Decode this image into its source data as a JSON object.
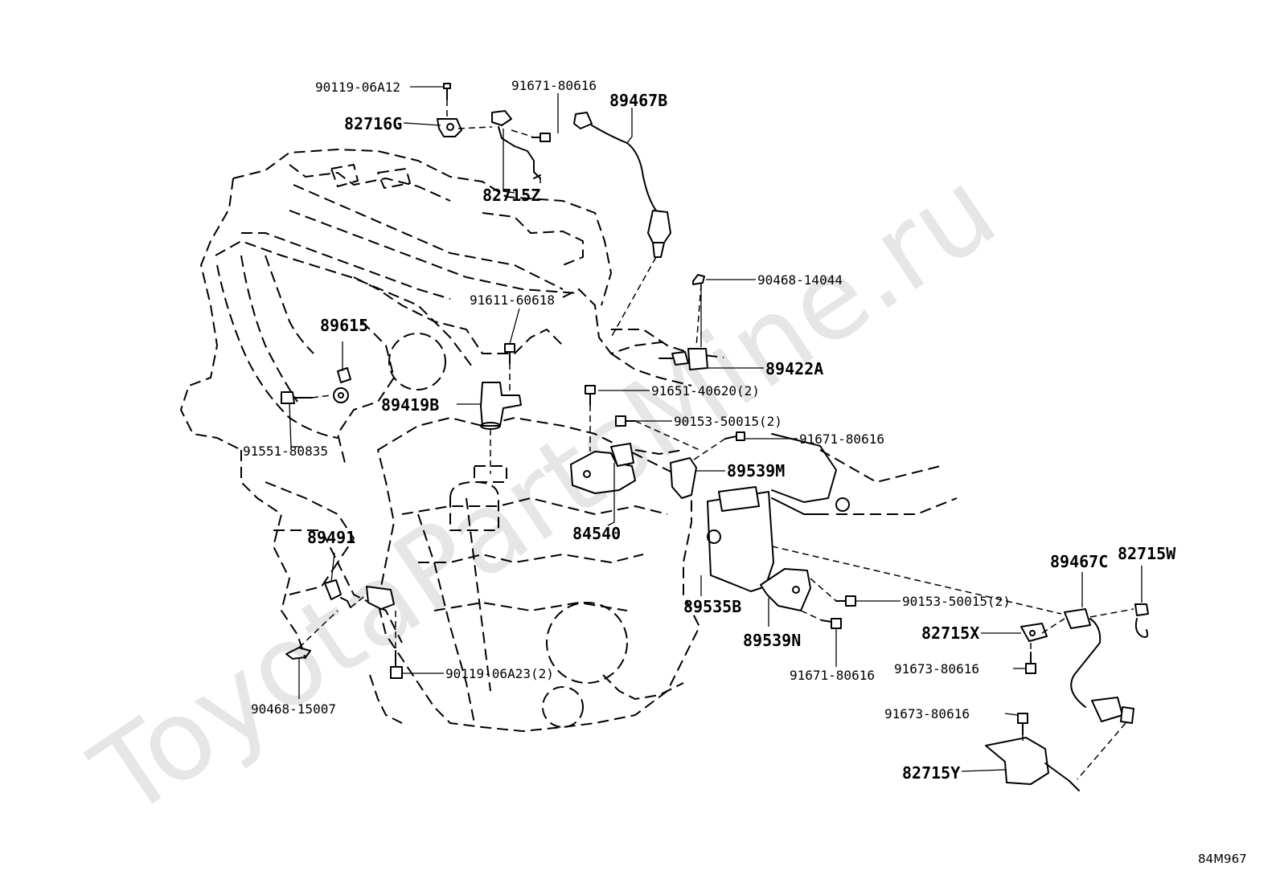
{
  "watermark": "ToyotaPartsMine.ru",
  "diagram_code": "84M967",
  "callouts": [
    {
      "id": "c-90119-06A12",
      "text": "90119-06A12",
      "size": "small"
    },
    {
      "id": "c-82716G",
      "text": "82716G",
      "size": "big"
    },
    {
      "id": "c-91671-80616-top",
      "text": "91671-80616",
      "size": "small"
    },
    {
      "id": "c-89467B",
      "text": "89467B",
      "size": "big"
    },
    {
      "id": "c-82715Z",
      "text": "82715Z",
      "size": "big"
    },
    {
      "id": "c-90468-14044",
      "text": "90468-14044",
      "size": "small"
    },
    {
      "id": "c-91611-60618",
      "text": "91611-60618",
      "size": "small"
    },
    {
      "id": "c-89615",
      "text": "89615",
      "size": "big"
    },
    {
      "id": "c-89422A",
      "text": "89422A",
      "size": "big"
    },
    {
      "id": "c-91651-40620",
      "text": "91651-40620(2)",
      "size": "small"
    },
    {
      "id": "c-89419B",
      "text": "89419B",
      "size": "big"
    },
    {
      "id": "c-90153-50015-a",
      "text": "90153-50015(2)",
      "size": "small"
    },
    {
      "id": "c-91671-80616-mid",
      "text": "91671-80616",
      "size": "small"
    },
    {
      "id": "c-91551-80835",
      "text": "91551-80835",
      "size": "small"
    },
    {
      "id": "c-89539M",
      "text": "89539M",
      "size": "big"
    },
    {
      "id": "c-84540",
      "text": "84540",
      "size": "big"
    },
    {
      "id": "c-89491",
      "text": "89491",
      "size": "big"
    },
    {
      "id": "c-89467C",
      "text": "89467C",
      "size": "big"
    },
    {
      "id": "c-82715W",
      "text": "82715W",
      "size": "big"
    },
    {
      "id": "c-89535B",
      "text": "89535B",
      "size": "big"
    },
    {
      "id": "c-90153-50015-b",
      "text": "90153-50015(2)",
      "size": "small"
    },
    {
      "id": "c-82715X",
      "text": "82715X",
      "size": "big"
    },
    {
      "id": "c-89539N",
      "text": "89539N",
      "size": "big"
    },
    {
      "id": "c-90119-06A23",
      "text": "90119-06A23(2)",
      "size": "small"
    },
    {
      "id": "c-91673-80616-a",
      "text": "91673-80616",
      "size": "small"
    },
    {
      "id": "c-91671-80616-low",
      "text": "91671-80616",
      "size": "small"
    },
    {
      "id": "c-90468-15007",
      "text": "90468-15007",
      "size": "small"
    },
    {
      "id": "c-91673-80616-b",
      "text": "91673-80616",
      "size": "small"
    },
    {
      "id": "c-82715Y",
      "text": "82715Y",
      "size": "big"
    }
  ]
}
